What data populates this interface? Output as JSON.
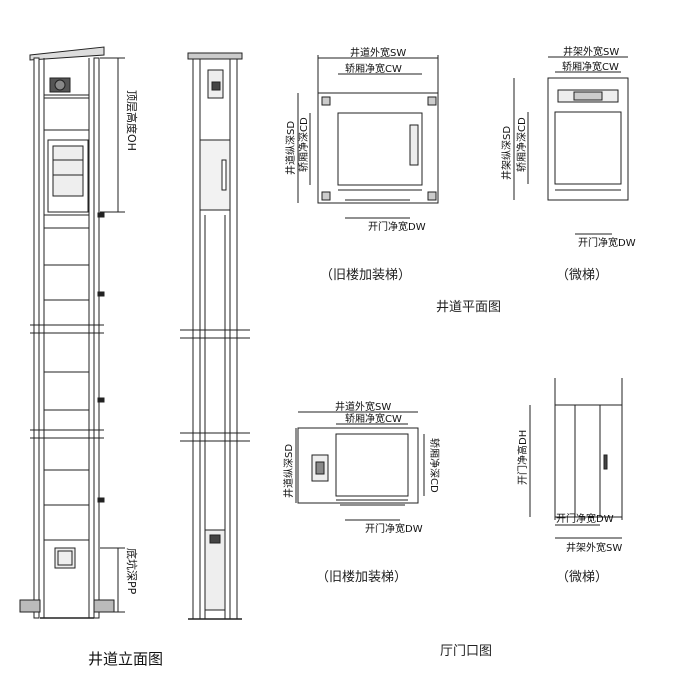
{
  "titles": {
    "elevation": "井道立面图",
    "plan": "井道平面图",
    "hall_door": "厅门口图"
  },
  "captions": {
    "plan_old_building": "（旧楼加装梯）",
    "plan_micro": "（微梯）",
    "door_old_building": "（旧楼加装梯）",
    "door_micro": "（微梯）"
  },
  "dims": {
    "top_height": "顶层高度OH",
    "pit_depth": "底坑深PP",
    "shaft_width": "井道外宽SW",
    "car_width": "轿厢净宽CW",
    "shaft_depth": "井道纵深SD",
    "car_depth": "轿厢净深CD",
    "door_width": "开门净宽DW",
    "frame_width": "井架外宽SW",
    "frame_depth": "井架纵深SD",
    "door_height": "开门净高DH"
  },
  "colors": {
    "line": "#222222",
    "fill_light": "#d9d9d9",
    "fill_dark": "#3a3a3a"
  }
}
